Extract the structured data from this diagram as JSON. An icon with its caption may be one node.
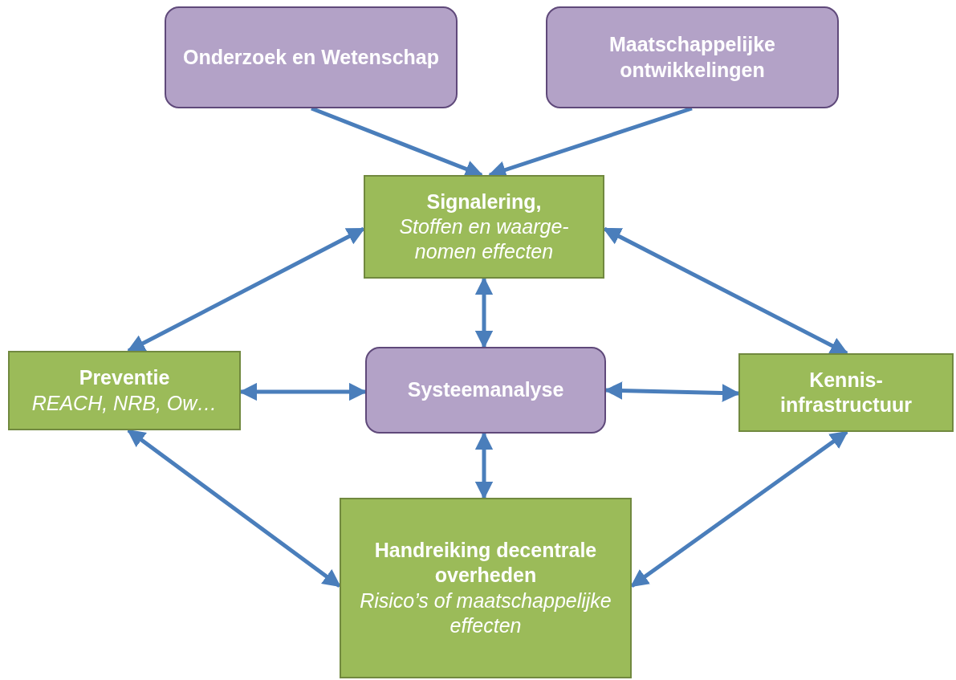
{
  "diagram": {
    "nodes": [
      {
        "text": [
          "Onderzoek en Wetenschap"
        ]
      },
      {
        "text": [
          "Maatschappelijke ontwikkelingen"
        ]
      },
      {
        "text": [
          "Signalering,",
          "Stoffen en waarge- nomen effecten"
        ]
      },
      {
        "text": [
          "Preventie",
          "REACH, NRB, Ow…"
        ]
      },
      {
        "text": [
          "Systeemanalyse"
        ]
      },
      {
        "text": [
          "Kennis- infrastructuur"
        ]
      },
      {
        "text": [
          "Handreiking decentrale overheden",
          "Risico’s of maatschappelijke effecten"
        ]
      }
    ],
    "edges": [
      {
        "from": 0,
        "to": 2,
        "arrow": "to"
      },
      {
        "from": 1,
        "to": 2,
        "arrow": "to"
      },
      {
        "from": 2,
        "to": 3,
        "arrow": "both"
      },
      {
        "from": 2,
        "to": 4,
        "arrow": "both"
      },
      {
        "from": 2,
        "to": 5,
        "arrow": "both"
      },
      {
        "from": 3,
        "to": 4,
        "arrow": "both"
      },
      {
        "from": 4,
        "to": 5,
        "arrow": "both"
      },
      {
        "from": 4,
        "to": 6,
        "arrow": "both"
      },
      {
        "from": 3,
        "to": 6,
        "arrow": "both"
      },
      {
        "from": 5,
        "to": 6,
        "arrow": "both"
      }
    ]
  }
}
